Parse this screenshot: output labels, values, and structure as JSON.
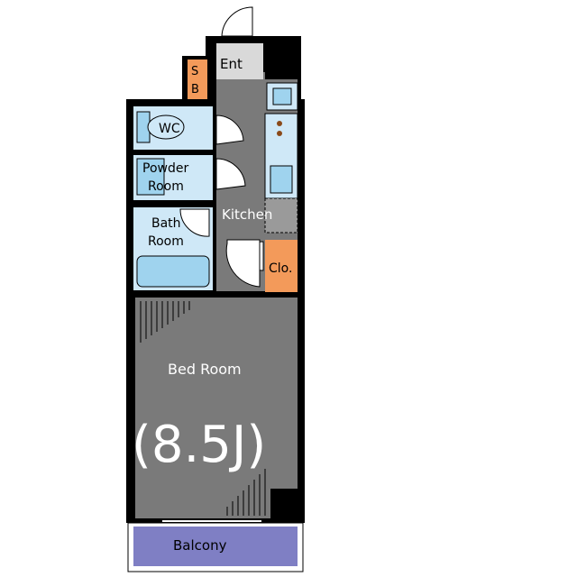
{
  "labels": {
    "ent": "Ent",
    "sb_1": "S",
    "sb_2": "B",
    "wc": "WC",
    "powder_1": "Powder",
    "powder_2": "Room",
    "bath_1": "Bath",
    "bath_2": "Room",
    "kitchen": "Kitchen",
    "clo": "Clo.",
    "bedroom": "Bed Room",
    "area": "(8.5J)",
    "balcony": "Balcony"
  },
  "colors": {
    "wall": "#000000",
    "floor": "#7a7a7a",
    "wet_area": "#cfe8f7",
    "fixture": "#9fd3ee",
    "storage": "#f39a5a",
    "balcony": "#7f7fc4",
    "entrance": "#d9d9d9"
  }
}
